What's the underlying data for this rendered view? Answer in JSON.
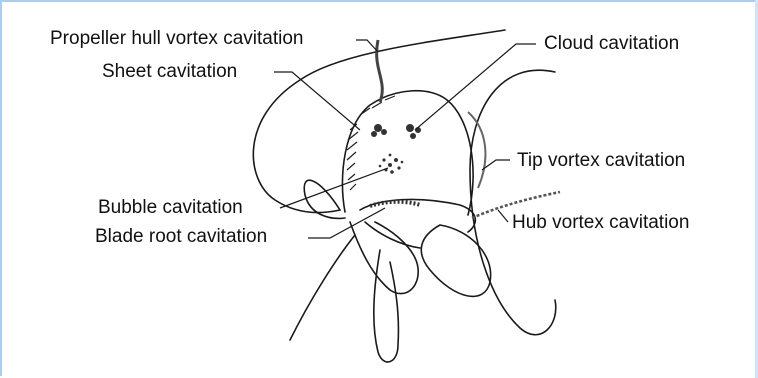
{
  "labels": {
    "propeller_hull_vortex": "Propeller hull vortex cavitation",
    "sheet": "Sheet cavitation",
    "cloud": "Cloud cavitation",
    "tip_vortex": "Tip vortex cavitation",
    "bubble": "Bubble cavitation",
    "hub_vortex": "Hub vortex cavitation",
    "blade_root": "Blade root cavitation"
  },
  "colors": {
    "frame": "#a9cff0",
    "ink": "#1a1a1a"
  }
}
